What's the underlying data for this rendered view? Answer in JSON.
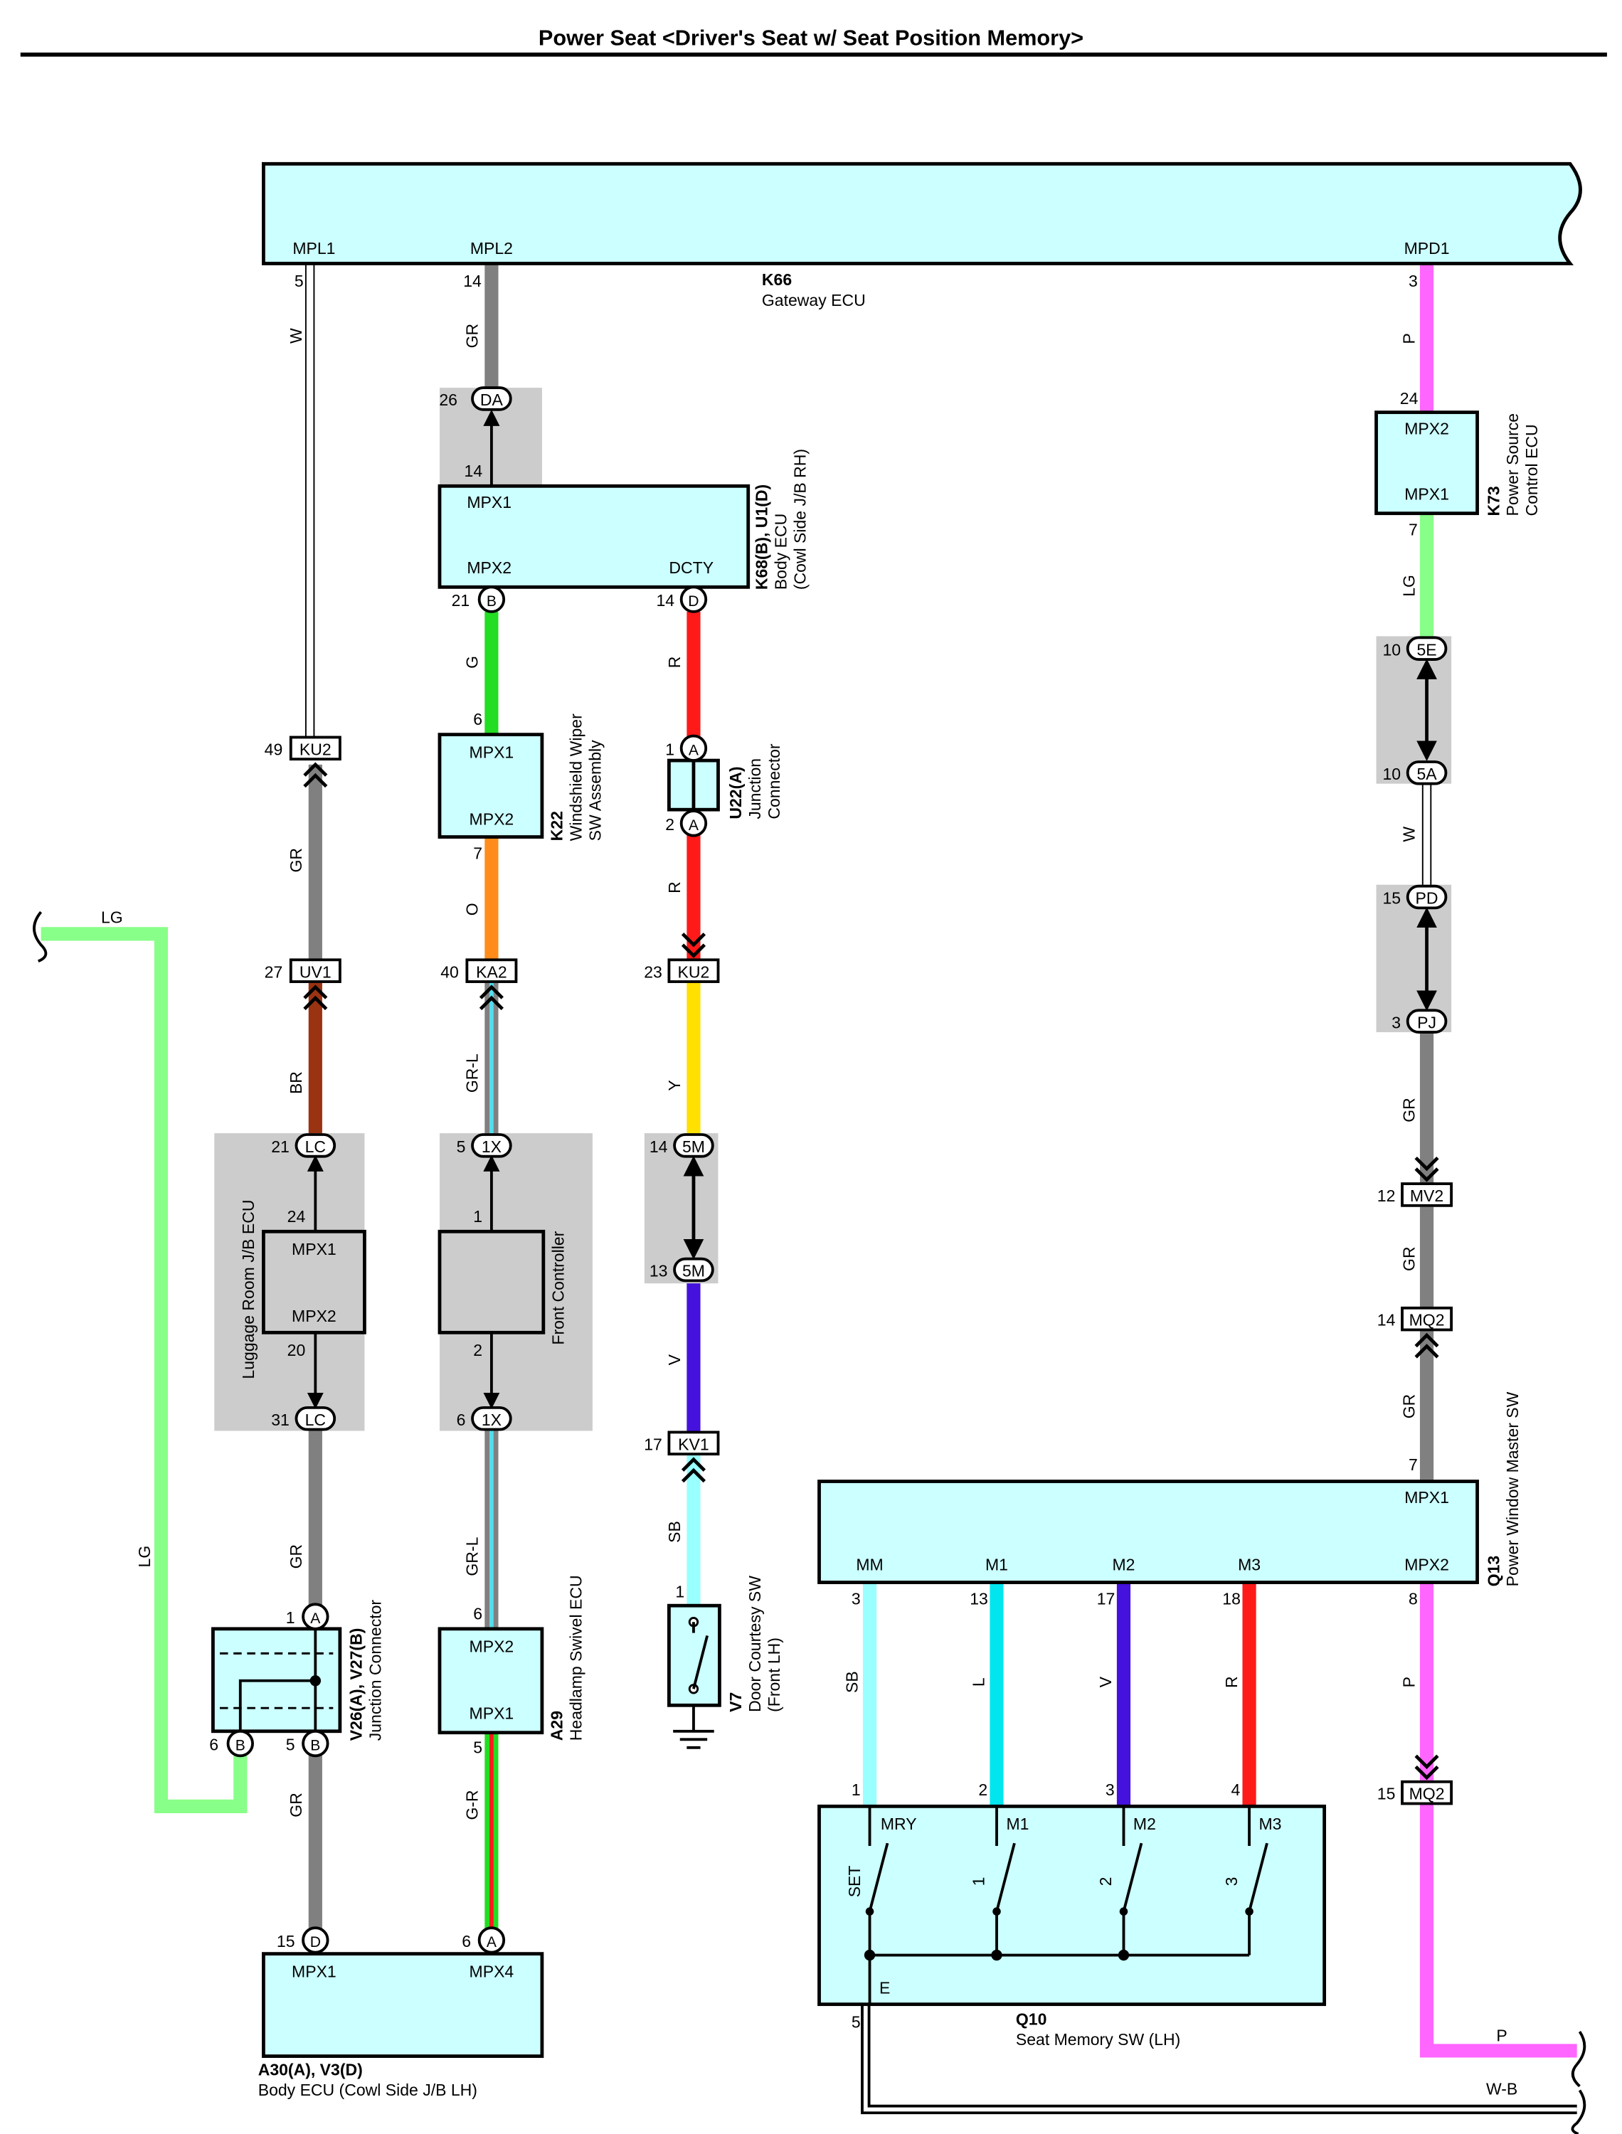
{
  "title": "Power Seat <Driver's Seat w/ Seat Position Memory>",
  "components": {
    "gateway": {
      "code": "K66",
      "name": "Gateway ECU",
      "pin_mpl1": "MPL1",
      "pin_mpl2": "MPL2",
      "pin_mpd1": "MPD1",
      "n_mpl1": "5",
      "n_mpl2": "14",
      "n_mpd1": "3"
    },
    "body_ecu_rh": {
      "code": "K68(B), U1(D)",
      "name1": "Body ECU",
      "name2": "(Cowl Side J/B RH)",
      "t_mpx1": "MPX1",
      "t_mpx2": "MPX2",
      "t_dcty": "DCTY",
      "n_top": "14",
      "n_b": "21",
      "n_d": "14",
      "c_b": "B",
      "c_d": "D"
    },
    "power_source": {
      "code": "K73",
      "name1": "Power Source",
      "name2": "Control ECU",
      "t_mpx2": "MPX2",
      "t_mpx1": "MPX1",
      "n_top": "24",
      "n_bot": "7"
    },
    "wiper": {
      "code": "K22",
      "name1": "Windshield Wiper",
      "name2": "SW Assembly",
      "t_mpx1": "MPX1",
      "t_mpx2": "MPX2",
      "n_top": "6",
      "n_bot": "7"
    },
    "junction_u22": {
      "code": "U22(A)",
      "name1": "Junction",
      "name2": "Connector",
      "c": "A",
      "n1": "1",
      "n2": "2"
    },
    "luggage_ecu": {
      "name": "Luggage Room J/B ECU",
      "t_mpx1": "MPX1",
      "t_mpx2": "MPX2",
      "n_top": "24",
      "n_bot": "20"
    },
    "front_controller": {
      "name": "Front Controller",
      "n_top": "1",
      "n_bot": "2"
    },
    "junction_v26": {
      "code": "V26(A), V27(B)",
      "name": "Junction Connector",
      "c_a": "A",
      "c_b": "B",
      "n1": "1",
      "n5": "5",
      "n6": "6"
    },
    "headlamp_swivel": {
      "code": "A29",
      "name": "Headlamp Swivel ECU",
      "t_mpx2": "MPX2",
      "t_mpx1": "MPX1",
      "n_top": "6",
      "n_bot": "5"
    },
    "door_courtesy": {
      "code": "V7",
      "name1": "Door Courtesy SW",
      "name2": "(Front LH)",
      "n": "1"
    },
    "body_ecu_lh": {
      "code": "A30(A), V3(D)",
      "name": "Body ECU (Cowl Side J/B LH)",
      "t_mpx1": "MPX1",
      "t_mpx4": "MPX4",
      "n15": "15",
      "n6": "6",
      "c_d": "D",
      "c_a": "A"
    },
    "power_window": {
      "code": "Q13",
      "name": "Power Window Master SW",
      "t_mpx1": "MPX1",
      "t_mm": "MM",
      "t_m1": "M1",
      "t_m2": "M2",
      "t_m3": "M3",
      "t_mpx2": "MPX2",
      "n7": "7",
      "n3": "3",
      "n13": "13",
      "n17": "17",
      "n18": "18",
      "n8": "8"
    },
    "seat_memory": {
      "code": "Q10",
      "name": "Seat Memory SW (LH)",
      "t_mry": "MRY",
      "t_m1": "M1",
      "t_m2": "M2",
      "t_m3": "M3",
      "t_set": "SET",
      "t_1": "1",
      "t_2": "2",
      "t_3": "3",
      "t_e": "E",
      "n1": "1",
      "n2": "2",
      "n3": "3",
      "n4": "4",
      "n5": "5"
    }
  },
  "connectors": {
    "da": {
      "code": "DA",
      "pin": "26"
    },
    "ku2_a": {
      "code": "KU2",
      "pin": "49"
    },
    "uv1": {
      "code": "UV1",
      "pin": "27"
    },
    "lc_top": {
      "code": "LC",
      "pin": "21"
    },
    "lc_bot": {
      "code": "LC",
      "pin": "31"
    },
    "ka2": {
      "code": "KA2",
      "pin": "40"
    },
    "x1_top": {
      "code": "1X",
      "pin": "5"
    },
    "x1_bot": {
      "code": "1X",
      "pin": "6"
    },
    "ku2_b": {
      "code": "KU2",
      "pin": "23"
    },
    "m5_top": {
      "code": "5M",
      "pin": "14"
    },
    "m5_bot": {
      "code": "5M",
      "pin": "13"
    },
    "kv1": {
      "code": "KV1",
      "pin": "17"
    },
    "e5": {
      "code": "5E",
      "pin": "10"
    },
    "a5": {
      "code": "5A",
      "pin": "10"
    },
    "pd": {
      "code": "PD",
      "pin": "15"
    },
    "pj": {
      "code": "PJ",
      "pin": "3"
    },
    "mv2": {
      "code": "MV2",
      "pin": "12"
    },
    "mq2_a": {
      "code": "MQ2",
      "pin": "14"
    },
    "mq2_b": {
      "code": "MQ2",
      "pin": "15"
    }
  },
  "wires": {
    "w": "W",
    "gr": "GR",
    "g": "G",
    "r": "R",
    "o": "O",
    "y": "Y",
    "v": "V",
    "sb": "SB",
    "br": "BR",
    "grl": "GR-L",
    "gr2": "G-R",
    "lg": "LG",
    "p": "P",
    "l": "L",
    "wb": "W-B"
  },
  "colors": {
    "ecu_fill": "#ccffff",
    "gray_box": "#cccccc",
    "wire_gray": "#808080",
    "wire_green": "#22dd22",
    "wire_red": "#ff1a1a",
    "wire_orange": "#ff8c1a",
    "wire_yellow": "#ffe000",
    "wire_violet": "#4411dd",
    "wire_sb": "#99ffff",
    "wire_cyan": "#00e5ee",
    "wire_brown": "#993311",
    "wire_lg": "#88ff88",
    "wire_pink": "#ff66ff"
  }
}
